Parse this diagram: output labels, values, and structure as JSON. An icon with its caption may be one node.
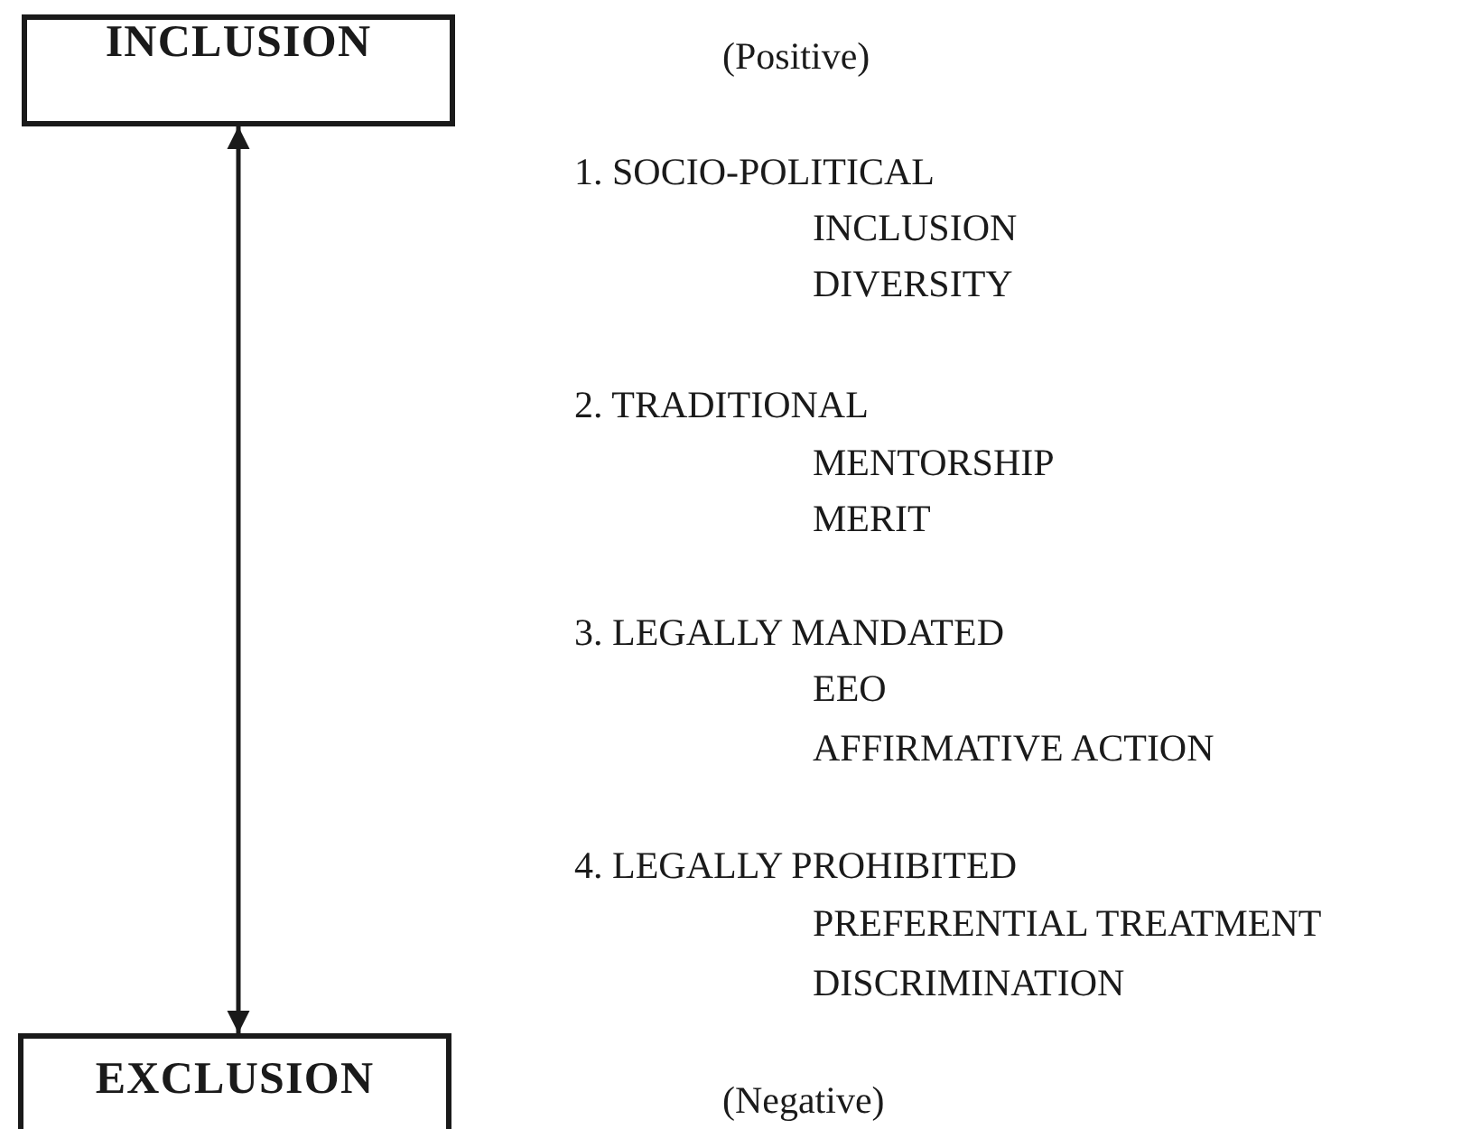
{
  "diagram": {
    "nodes": [
      {
        "text": [
          "INCLUSION"
        ]
      },
      {
        "text": [
          "EXCLUSION"
        ]
      }
    ],
    "edges": [
      {
        "from": 0,
        "to": 1,
        "arrow": "both"
      }
    ],
    "labels": [
      "(Positive)",
      "1. SOCIO-POLITICAL",
      "INCLUSION",
      "DIVERSITY",
      "2. TRADITIONAL",
      "MENTORSHIP",
      "MERIT",
      "3. LEGALLY MANDATED",
      "EEO",
      "AFFIRMATIVE ACTION",
      "4. LEGALLY PROHIBITED",
      "PREFERENTIAL TREATMENT",
      "DISCRIMINATION",
      "(Negative)"
    ]
  }
}
